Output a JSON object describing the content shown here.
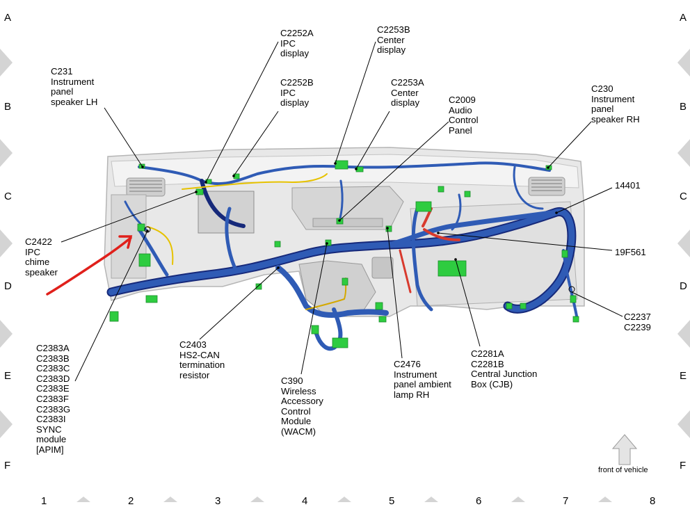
{
  "grid": {
    "rows": [
      "A",
      "B",
      "C",
      "D",
      "E",
      "F"
    ],
    "cols": [
      "1",
      "2",
      "3",
      "4",
      "5",
      "6",
      "7",
      "8"
    ]
  },
  "labels": {
    "c231": "C231\nInstrument\npanel\nspeaker LH",
    "c2252a": "C2252A\nIPC\ndisplay",
    "c2252b": "C2252B\nIPC\ndisplay",
    "c2253b": "C2253B\nCenter\ndisplay",
    "c2253a": "C2253A\nCenter\ndisplay",
    "c2009": "C2009\nAudio\nControl\nPanel",
    "c230": "C230\nInstrument\npanel\nspeaker RH",
    "h14401": "14401",
    "h19f561": "19F561",
    "c2422": "C2422\nIPC\nchime\nspeaker",
    "c2237": "C2237\nC2239",
    "c2383": "C2383A\nC2383B\nC2383C\nC2383D\nC2383E\nC2383F\nC2383G\nC2383I\nSYNC\nmodule\n[APIM]",
    "c2403": "C2403\nHS2-CAN\ntermination\nresistor",
    "c390": "C390\nWireless\nAccessory\nControl\nModule\n(WACM)",
    "c2476": "C2476\nInstrument\npanel ambient\nlamp RH",
    "c2281": "C2281A\nC2281B\nCentral Junction\nBox (CJB)"
  },
  "front_of_vehicle": "front of vehicle",
  "colors": {
    "harness": "#2f5bb5",
    "harness_dark": "#16297a",
    "connector": "#2ecc40",
    "yellow_wire": "#e6c200",
    "red_wire": "#d83a2e",
    "annotation_arrow": "#e0201b",
    "panel": "#dcdcdc"
  }
}
